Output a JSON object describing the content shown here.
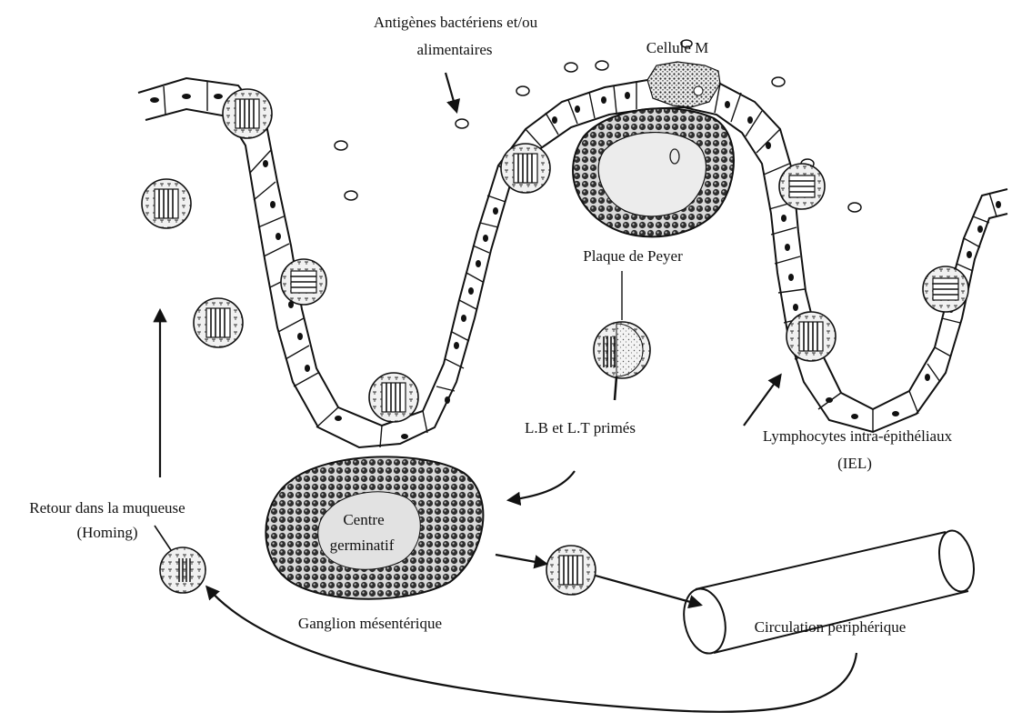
{
  "labels": {
    "antigens_line1": "Antigènes bactériens et/ou",
    "antigens_line2": "alimentaires",
    "m_cell": "Cellule M",
    "peyer_patch": "Plaque de Peyer",
    "primed_lymphocytes": "L.B et L.T primés",
    "iel_line1": "Lymphocytes intra-épithéliaux",
    "iel_line2": "(IEL)",
    "homing_line1": "Retour dans la muqueuse",
    "homing_line2": "(Homing)",
    "germinal_line1": "Centre",
    "germinal_line2": "germinatif",
    "mesenteric_node": "Ganglion mésentérique",
    "peripheral_circulation": "Circulation périphérique"
  },
  "colors": {
    "ink": "#111111",
    "dense_tissue": "#3a3a3a",
    "light_tissue": "#e6e6e6",
    "cell_fill": "#f7f7f7"
  }
}
